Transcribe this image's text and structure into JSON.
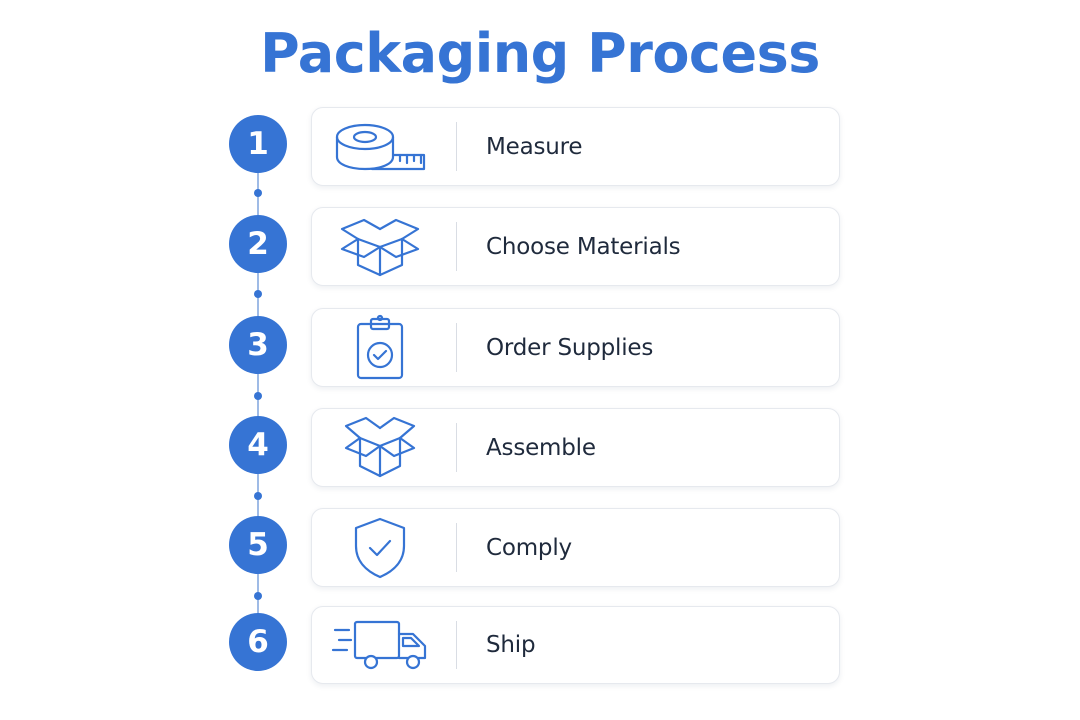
{
  "title": "Packaging Process",
  "colors": {
    "accent": "#3674d4",
    "text": "#1f2a3c",
    "card_border": "#e6e9ee"
  },
  "steps": [
    {
      "number": "1",
      "label": "Measure",
      "icon": "tape-measure-icon"
    },
    {
      "number": "2",
      "label": "Choose Materials",
      "icon": "open-box-icon"
    },
    {
      "number": "3",
      "label": "Order Supplies",
      "icon": "clipboard-check-icon"
    },
    {
      "number": "4",
      "label": "Assemble",
      "icon": "open-box-icon"
    },
    {
      "number": "5",
      "label": "Comply",
      "icon": "shield-check-icon"
    },
    {
      "number": "6",
      "label": "Ship",
      "icon": "delivery-truck-icon"
    }
  ]
}
